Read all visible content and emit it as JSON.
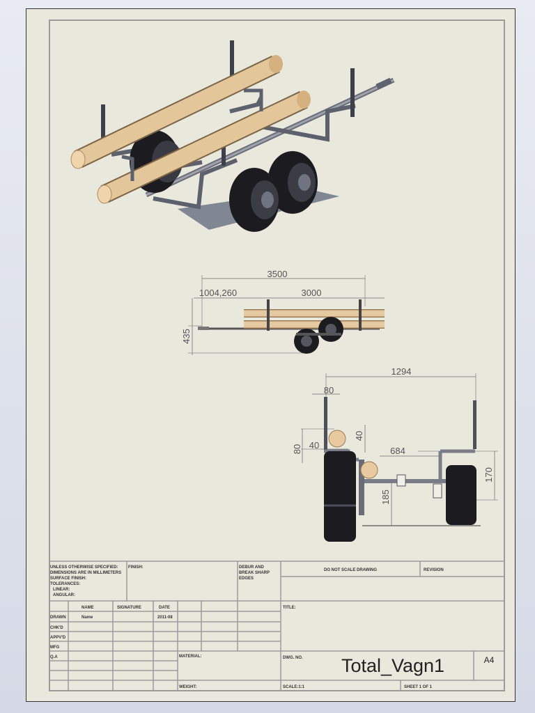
{
  "drawing": {
    "side_view_dims": {
      "total_length": "3500",
      "front_offset": "1004,260",
      "load_length": "3000",
      "height": "435"
    },
    "rear_view_dims": {
      "width": "1294",
      "offset_top": "80",
      "log_diameter": "80",
      "log_offset_a": "40",
      "log_offset_b": "40",
      "axle_span": "684",
      "wheel_height": "170",
      "ground_clearance": "185"
    }
  },
  "title_block": {
    "tolerance_note": [
      "UNLESS OTHERWISE SPECIFIED:",
      "DIMENSIONS ARE IN MILLIMETERS",
      "SURFACE FINISH:",
      "TOLERANCES:",
      "LINEAR:",
      "ANGULAR:"
    ],
    "finish_label": "FINISH:",
    "deburr_note": [
      "DEBUR AND",
      "BREAK SHARP",
      "EDGES"
    ],
    "dont_scale": "DO NOT SCALE DRAWING",
    "revision_label": "REVISION",
    "header": {
      "name": "NAME",
      "signature": "SIGNATURE",
      "date": "DATE"
    },
    "rows": [
      "DRAWN",
      "CHK'D",
      "APPV'D",
      "MFG",
      "Q.A"
    ],
    "drawn_name": "Name",
    "drawn_date": "2011-08",
    "title_label": "TITLE:",
    "material_label": "MATERIAL:",
    "dwg_no_label": "DWG. NO.",
    "drawing_title": "Total_Vagn1",
    "sheet_size": "A4",
    "weight_label": "WEIGHT:",
    "scale_label": "SCALE:1:1",
    "sheet_label": "SHEET 1 OF 1"
  }
}
